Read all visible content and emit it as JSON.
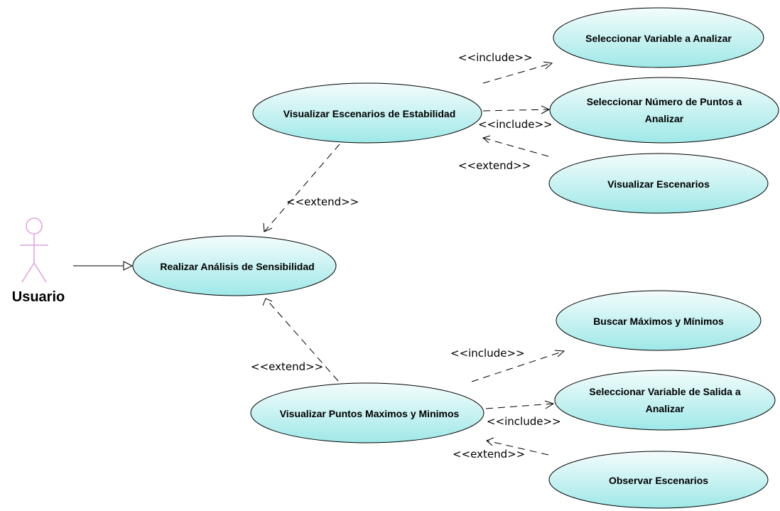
{
  "actor": {
    "name": "Usuario"
  },
  "use_cases": {
    "realizar": "Realizar Análisis de Sensibilidad",
    "visualizar_escenarios_estabilidad": "Visualizar Escenarios de Estabilidad",
    "seleccionar_variable": "Seleccionar Variable a Analizar",
    "seleccionar_numero_line1": "Seleccionar Número de Puntos a",
    "seleccionar_numero_line2": "Analizar",
    "visualizar_escenarios": "Visualizar Escenarios",
    "visualizar_puntos": "Visualizar Puntos Maximos y Minimos",
    "buscar": "Buscar Máximos y Mínimos",
    "seleccionar_salida_line1": "Seleccionar Variable de Salida a",
    "seleccionar_salida_line2": "Analizar",
    "observar": "Observar Escenarios"
  },
  "stereotypes": {
    "include_1": "<<include>>",
    "include_2": "<<include>>",
    "extend_1": "<<extend>>",
    "extend_2": "<<extend>>",
    "extend_3": "<<extend>>",
    "include_3": "<<include>>",
    "include_4": "<<include>>",
    "extend_4": "<<extend>>"
  },
  "colors": {
    "usecase_fill_top": "#f4fcfc",
    "usecase_fill_bottom": "#9fe8e8",
    "actor_stroke": "#e0a0e0"
  }
}
